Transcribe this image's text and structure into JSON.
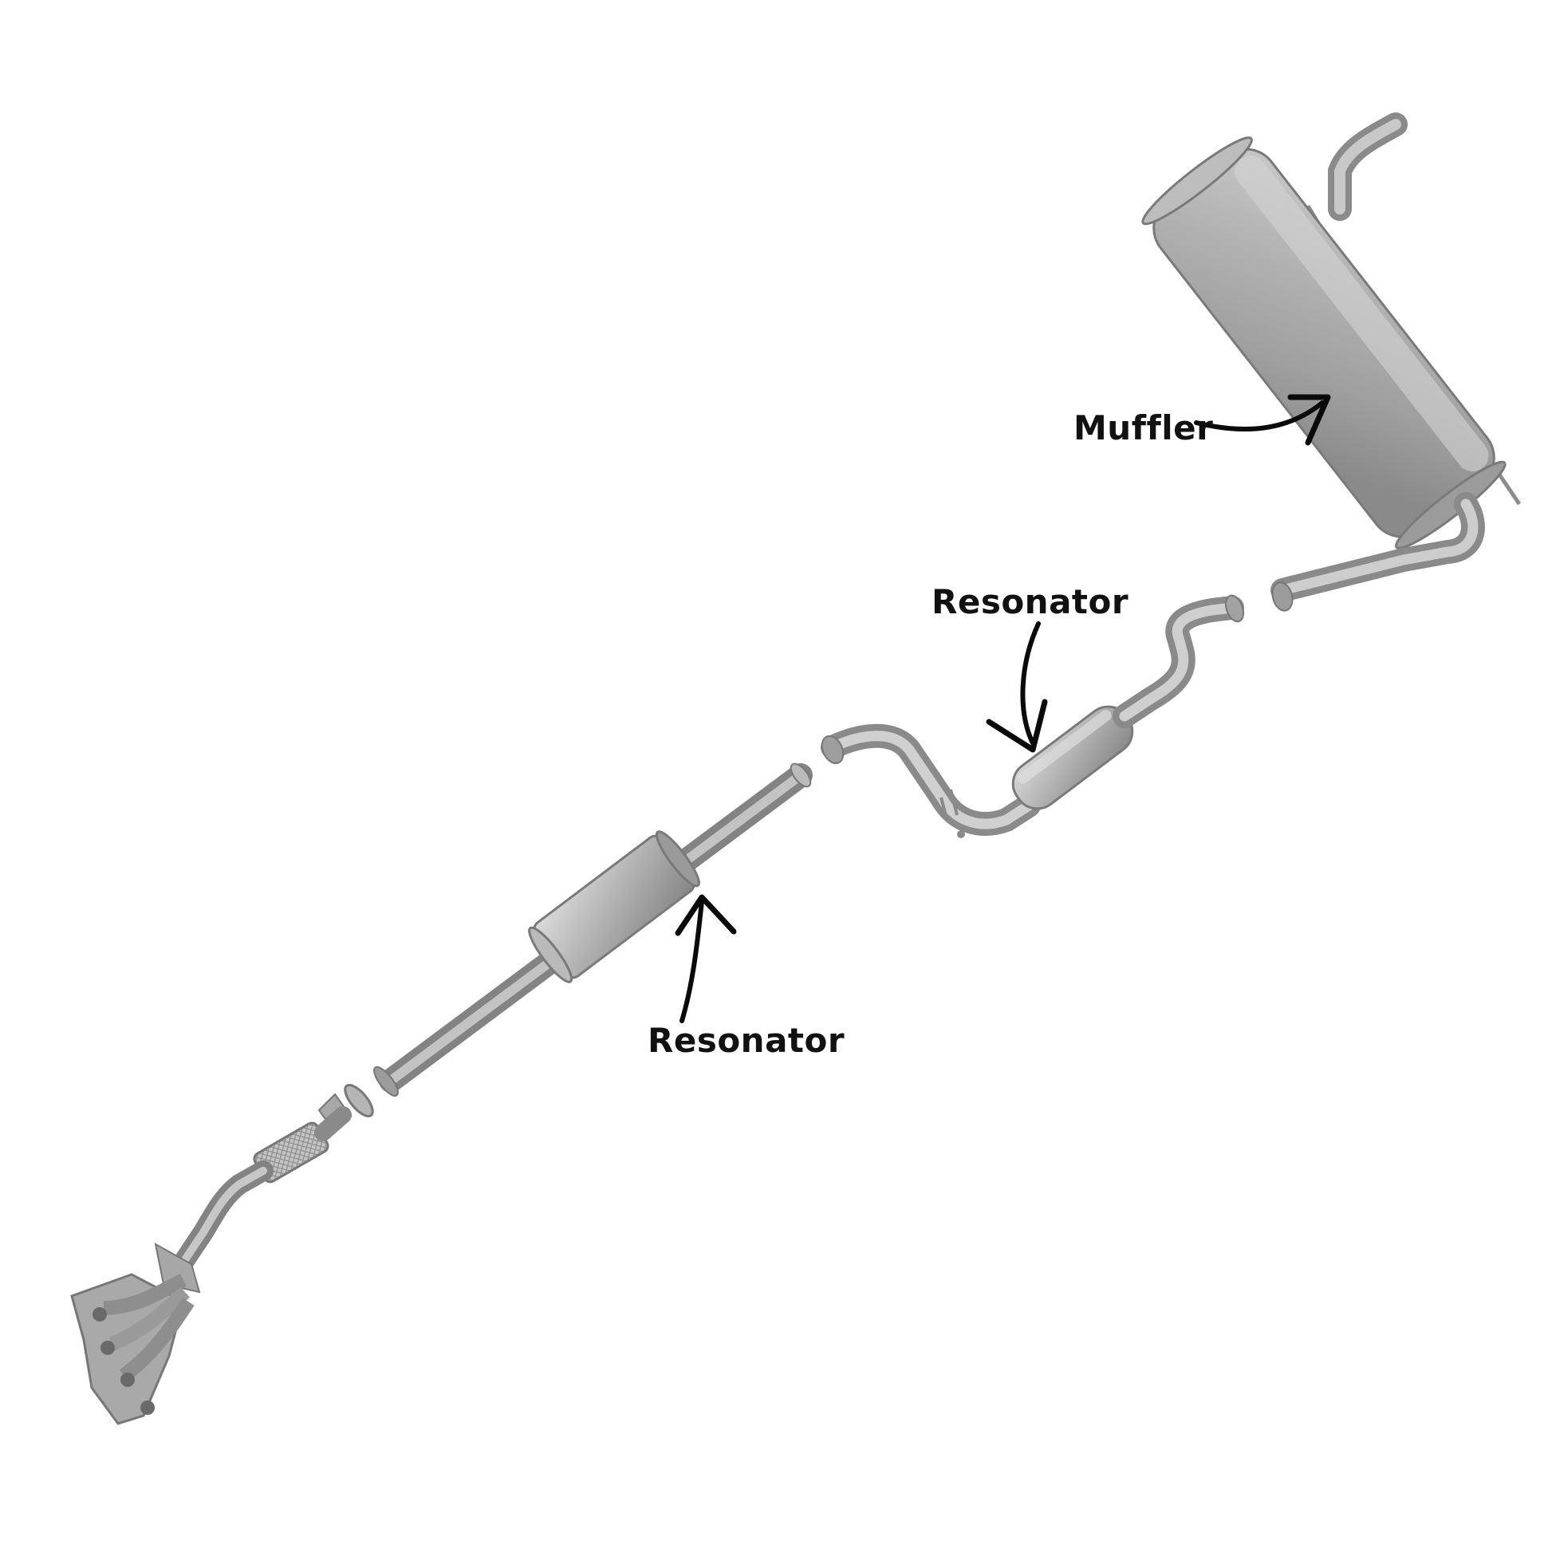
{
  "labels": {
    "muffler": "Muffler",
    "resonator_mid": "Resonator",
    "resonator_front": "Resonator"
  },
  "colors": {
    "background": "#ffffff",
    "label_text": "#111111",
    "arrow": "#0a0a0a",
    "pipe_light": "#d0d0d0",
    "pipe_mid": "#a9a9a9",
    "pipe_dark": "#7c7c7c"
  }
}
